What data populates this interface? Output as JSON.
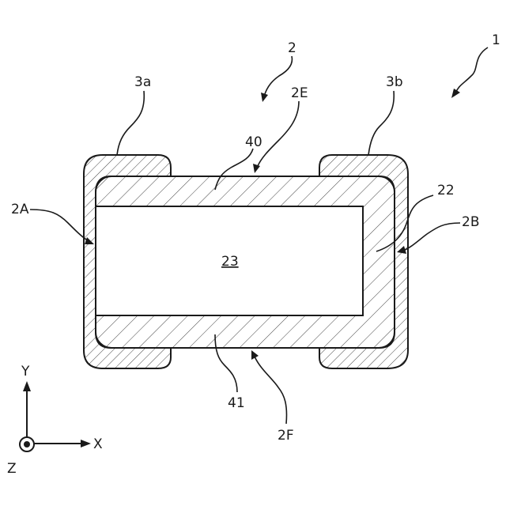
{
  "labels": {
    "component": "1",
    "element_body": "2",
    "electrode_a": "3a",
    "electrode_b": "3b",
    "end_face_a": "2A",
    "end_face_b": "2B",
    "side_e": "2E",
    "side_f": "2F",
    "layer_top": "40",
    "layer_bottom": "41",
    "layer_side": "22",
    "core": "23"
  },
  "axes": {
    "y": "Y",
    "x": "X",
    "z": "Z"
  }
}
